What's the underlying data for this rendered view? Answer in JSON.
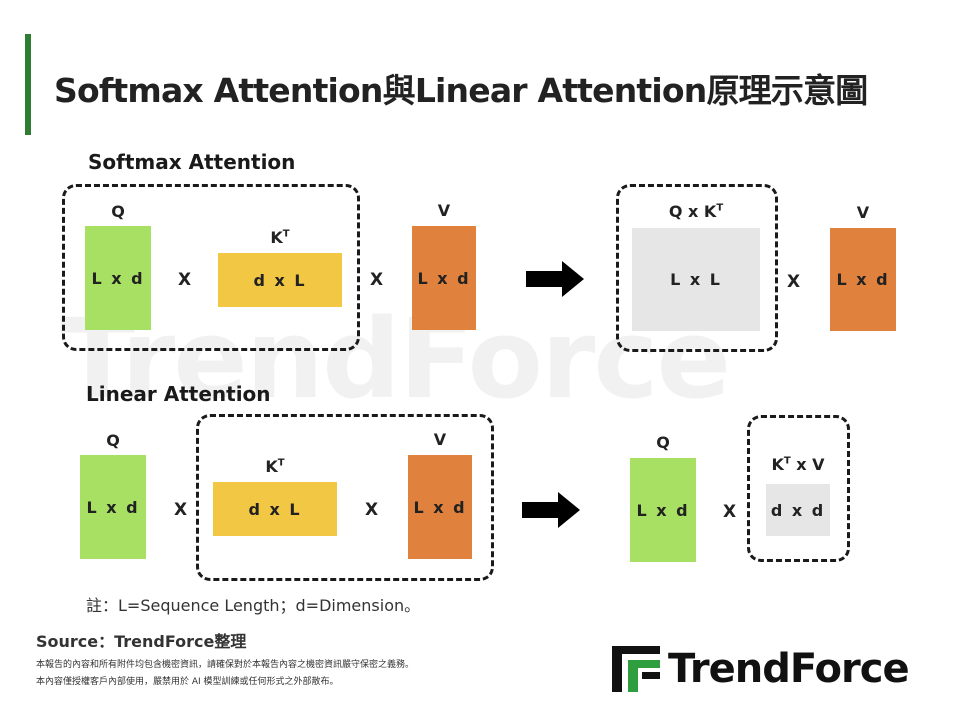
{
  "title": "Softmax Attention與Linear Attention原理示意圖",
  "softmax": {
    "section_title": "Softmax Attention",
    "q_label": "Q",
    "q_dim": "L x d",
    "kt_label": "K",
    "kt_sup": "T",
    "kt_dim": "d x L",
    "v_label": "V",
    "v_dim": "L x d",
    "op1": "X",
    "op2": "X",
    "result_label": "Q x K",
    "result_sup": "T",
    "result_dim": "L x L",
    "op3": "X",
    "result_v_label": "V",
    "result_v_dim": "L x d"
  },
  "linear": {
    "section_title": "Linear Attention",
    "q_label": "Q",
    "q_dim": "L x d",
    "kt_label": "K",
    "kt_sup": "T",
    "kt_dim": "d x L",
    "v_label": "V",
    "v_dim": "L x d",
    "op1": "X",
    "op2": "X",
    "result_q_label": "Q",
    "result_q_dim": "L x d",
    "op3": "X",
    "result_label_k": "K",
    "result_sup": "T",
    "result_label_rest": "x V",
    "result_dim": "d x d"
  },
  "note": "註：L=Sequence Length；d=Dimension。",
  "source": "Source：TrendForce整理",
  "disclaimer": [
    "本報告的內容和所有附件均包含機密資訊，請確保對於本報告內容之機密資訊嚴守保密之義務。",
    "本內容僅授權客戶內部使用，嚴禁用於 AI 模型訓練或任何形式之外部散布。"
  ],
  "watermark": "TrendForce",
  "logo_text": "TrendForce",
  "colors": {
    "accent_bar": "#2e7d32",
    "q_matrix": "#a8e063",
    "kt_matrix": "#f2c744",
    "v_matrix": "#e0823d",
    "result_matrix": "#e6e6e6"
  }
}
